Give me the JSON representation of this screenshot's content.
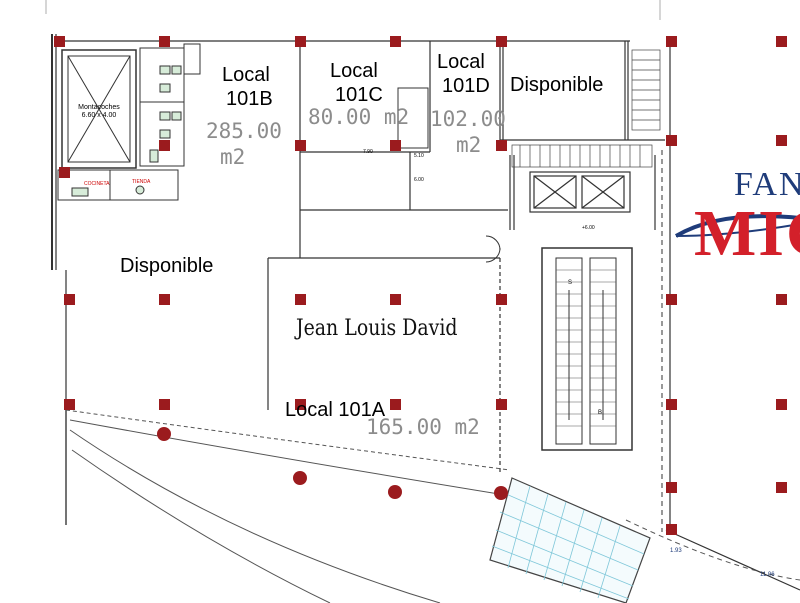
{
  "units": {
    "local_101b": {
      "name": "Local",
      "code": "101B",
      "area_value": "285.00",
      "area_unit": "m2"
    },
    "local_101c": {
      "name": "Local",
      "code": "101C",
      "area": "80.00 m2"
    },
    "local_101d": {
      "name": "Local",
      "code": "101D",
      "area_value": "102.00",
      "area_unit": "m2"
    },
    "local_101a": {
      "name": "Local 101A",
      "area": "165.00 m2"
    }
  },
  "labels": {
    "disponible_top": "Disponible",
    "disponible_left": "Disponible",
    "tenant_jean_louis": "Jean Louis David"
  },
  "small_labels": {
    "montacoches_line1": "Montacoches",
    "montacoches_line2": "6.60 x 4.00",
    "cocineta": "COCINETA",
    "tienda": "TIENDA",
    "dim_790": "7.90",
    "dim_510": "5.10",
    "dim_600": "6.00",
    "level": "+6.00",
    "dim_193": "1.93",
    "dim_1106": "11.06",
    "esc_s": "S",
    "esc_b": "B"
  },
  "brand": {
    "line1": "FAN",
    "line2": "MIG"
  },
  "colors": {
    "column": "#9b1b1e",
    "wall": "#333333",
    "area_text": "#8c8c8c",
    "brand_blue": "#1f3c7a",
    "brand_red": "#d3202a"
  }
}
